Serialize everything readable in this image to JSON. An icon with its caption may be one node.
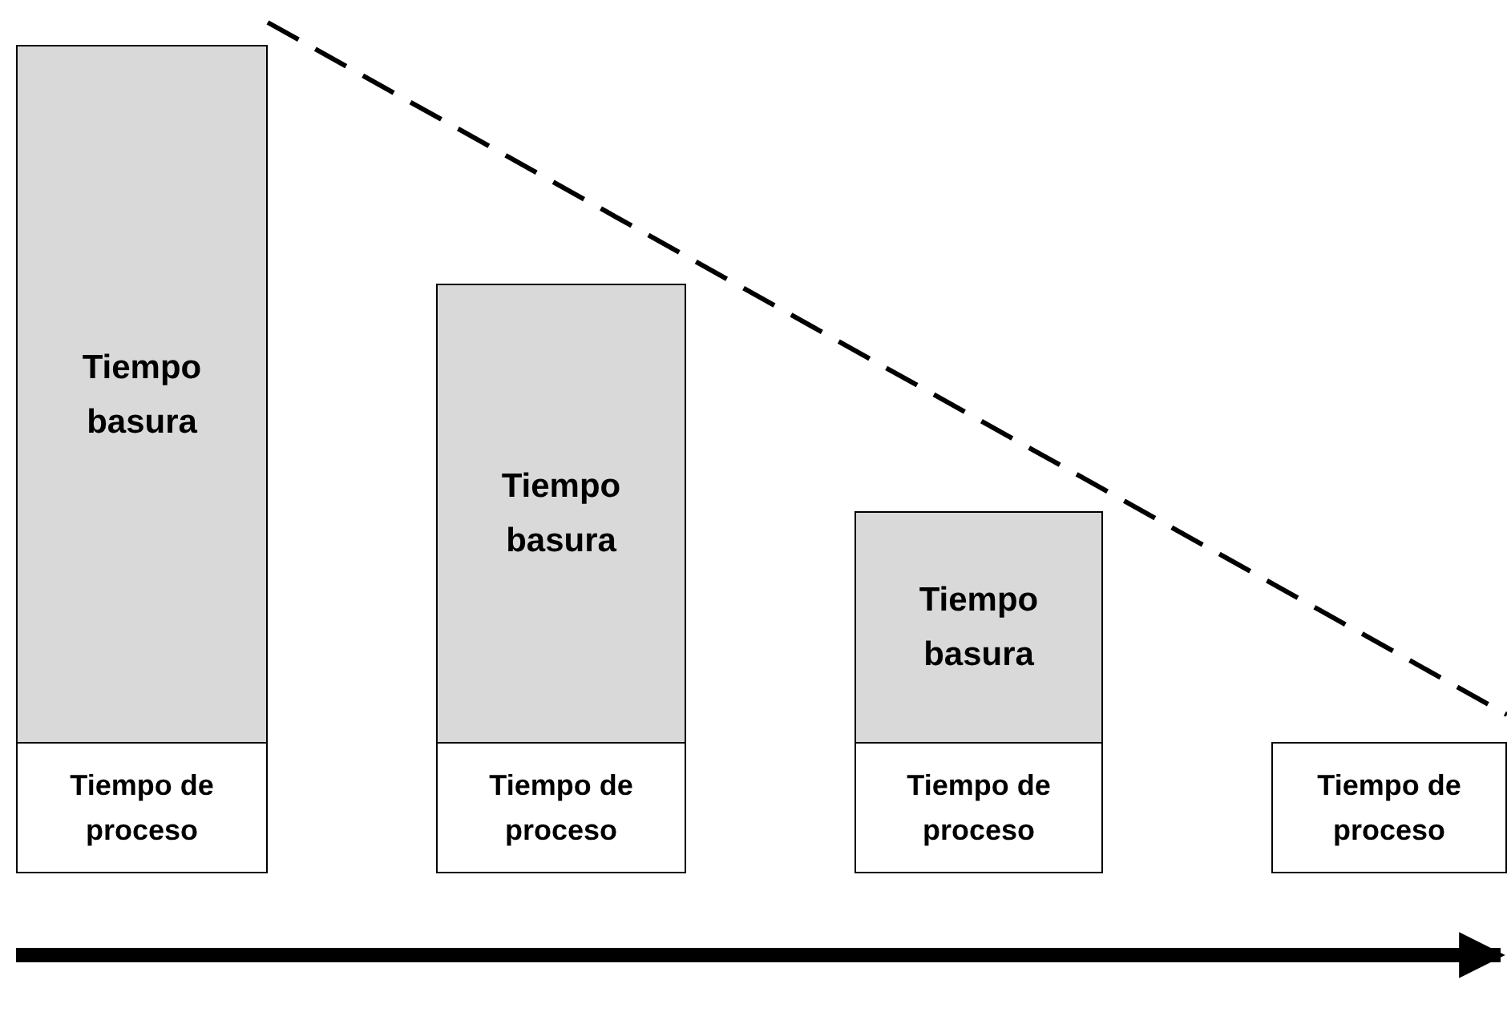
{
  "diagram": {
    "nodes": [
      {
        "text": [
          "Tiempo basura"
        ]
      },
      {
        "text": [
          "Tiempo de proceso"
        ]
      },
      {
        "text": [
          "Tiempo basura"
        ]
      },
      {
        "text": [
          "Tiempo de proceso"
        ]
      },
      {
        "text": [
          "Tiempo basura"
        ]
      },
      {
        "text": [
          "Tiempo de proceso"
        ]
      },
      {
        "text": [
          "Tiempo de proceso"
        ]
      }
    ]
  }
}
